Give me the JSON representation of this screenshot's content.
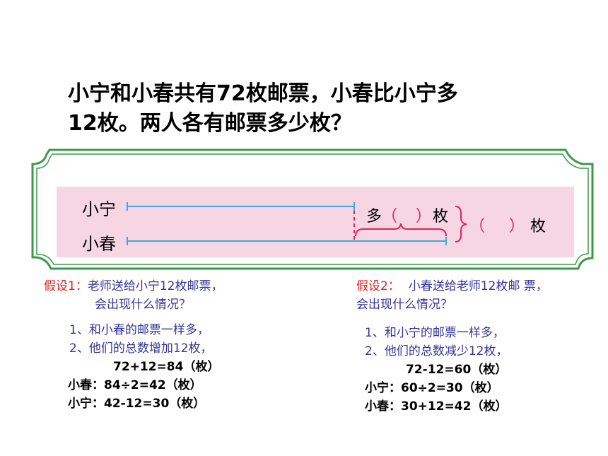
{
  "problem": {
    "line1": "小宁和小春共有72枚邮票，小春比小宁多",
    "line2": "12枚。两人各有邮票多少枚？"
  },
  "diagram": {
    "name_a": "小宁",
    "name_b": "小春",
    "more_prefix": "多",
    "more_open": "（",
    "more_close": "）",
    "more_unit": "枚",
    "total_open": "（",
    "total_close": "）",
    "total_unit": "枚",
    "colors": {
      "frame": "#3a9a4a",
      "panel": "#f7d6e4",
      "bar": "#3ba7e0",
      "brace": "#e0225a"
    }
  },
  "left": {
    "label": "假设1：",
    "line1": "老师送给小宁12枚邮票，",
    "line2": "会出现什么情况？",
    "item1": "1、和小春的邮票一样多，",
    "item2": "2、他们的总数增加12枚，",
    "calc1": "72+12=84（枚）",
    "calc2": "小春：84÷2=42（枚）",
    "calc3": "小宁：42-12=30（枚）"
  },
  "right": {
    "label": "假设2：",
    "line1": "小春送给老师12枚邮 票，",
    "line2": "会出现什么情况？",
    "item1": "1、和小宁的邮票一样多，",
    "item2": "2、他们的总数减少12枚，",
    "calc1": "72-12=60（枚）",
    "calc2": "小宁：60÷2=30（枚）",
    "calc3": "小春：30+12=42（枚）"
  }
}
